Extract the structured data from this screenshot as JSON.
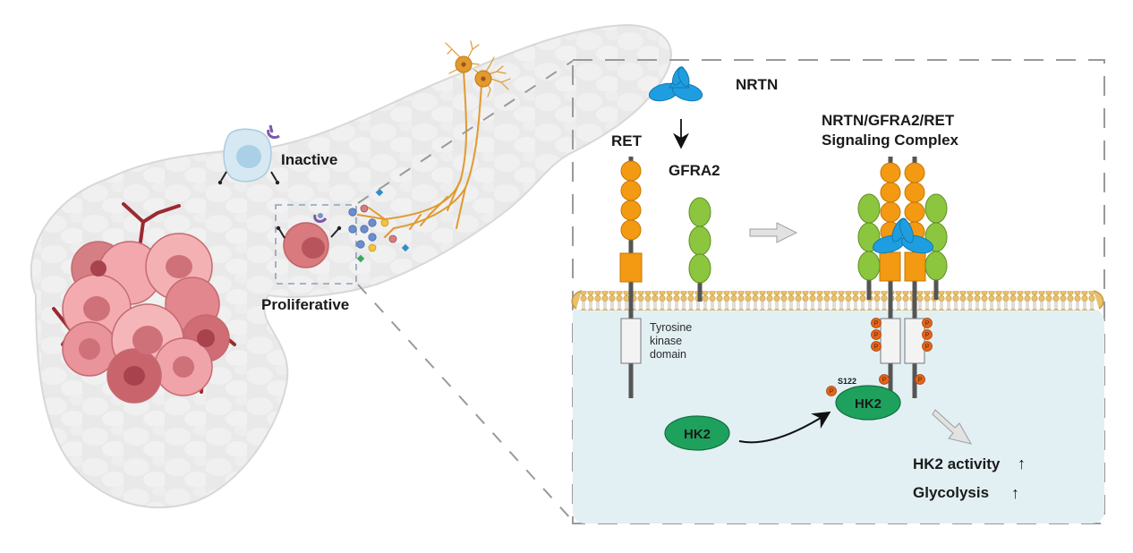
{
  "figure": {
    "type": "mechanism-diagram",
    "left_panel": {
      "organ": "pancreas",
      "labels": {
        "inactive": "Inactive",
        "proliferative": "Proliferative"
      },
      "cells": [
        {
          "name": "inactive-cell",
          "state": "Inactive",
          "color": "#cfe4ef"
        },
        {
          "name": "proliferative-cell",
          "state": "Proliferative",
          "color": "#d87a7e"
        },
        {
          "name": "tumor-cluster",
          "color": "#f0a6aa"
        }
      ],
      "neuron": {
        "color": "#e09a30"
      },
      "vessel_color": "#9b2a30"
    },
    "right_panel": {
      "labels": {
        "ligand": "NRTN",
        "receptor": "RET",
        "coreceptor": "GFRA2",
        "complex_line1": "NRTN/GFRA2/RET",
        "complex_line2": "Signaling Complex",
        "tk_line1": "Tyrosine",
        "tk_line2": "kinase",
        "tk_line3": "domain",
        "hk2_free": "HK2",
        "hk2_bound": "HK2",
        "site": "S122",
        "phospho": "P",
        "outcome1": "HK2 activity",
        "outcome2": "Glycolysis",
        "up_arrow": "↑"
      },
      "colors": {
        "ret": "#f39a12",
        "gfra2": "#8cc63f",
        "nrtn": "#1e9ee0",
        "hk2": "#1fa15e",
        "phospho": "#e3661b",
        "cytoplasm": "#e2f0f4",
        "membrane": "#e7bd6a"
      }
    }
  }
}
